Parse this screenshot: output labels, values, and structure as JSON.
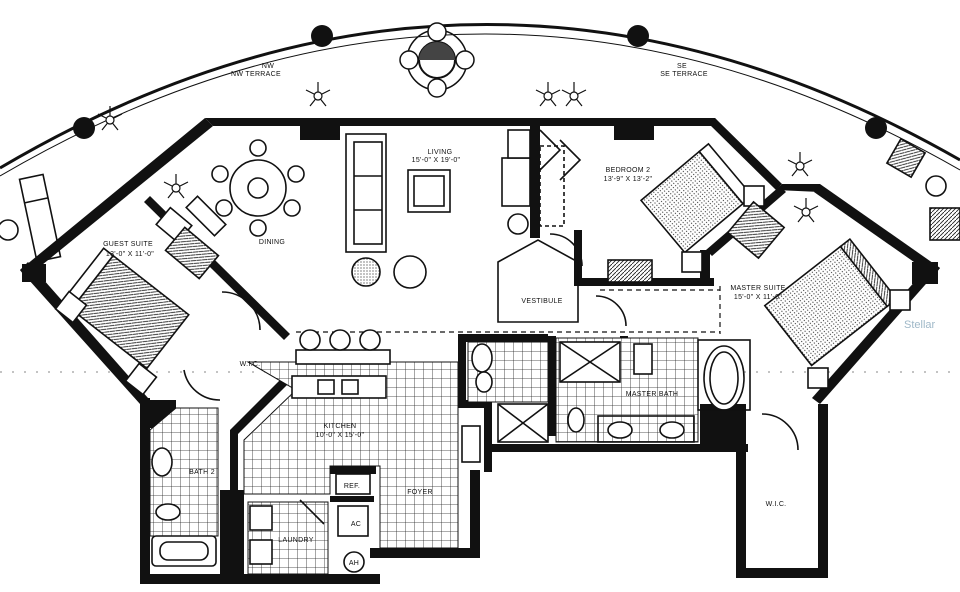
{
  "rooms": {
    "nw_terrace": "NW TERRACE",
    "se_terrace": "SE TERRACE",
    "living": "LIVING",
    "living_dim": "15'-0\" x 19'-0\"",
    "dining": "DINING",
    "bedroom2": "BEDROOM 2",
    "bedroom2_dim": "13'-9\" x 13'-2\"",
    "guest_suite": "GUEST SUITE",
    "guest_suite_dim": "13'-0\" x 11'-0\"",
    "vestibule": "VESTIBULE",
    "master_suite": "MASTER SUITE",
    "master_suite_dim": "15'-0\" x 11'-0\"",
    "wic1": "W.I.C.",
    "wic2": "W.I.C.",
    "kitchen": "KITCHEN",
    "kitchen_dim": "10'-0\" x 15'-0\"",
    "bath2": "BATH 2",
    "master_bath": "MASTER BATH",
    "foyer": "FOYER",
    "ref": "REF.",
    "laundry": "LAUNDRY",
    "ac": "AC",
    "ah": "AH"
  },
  "watermark": "Stellar"
}
